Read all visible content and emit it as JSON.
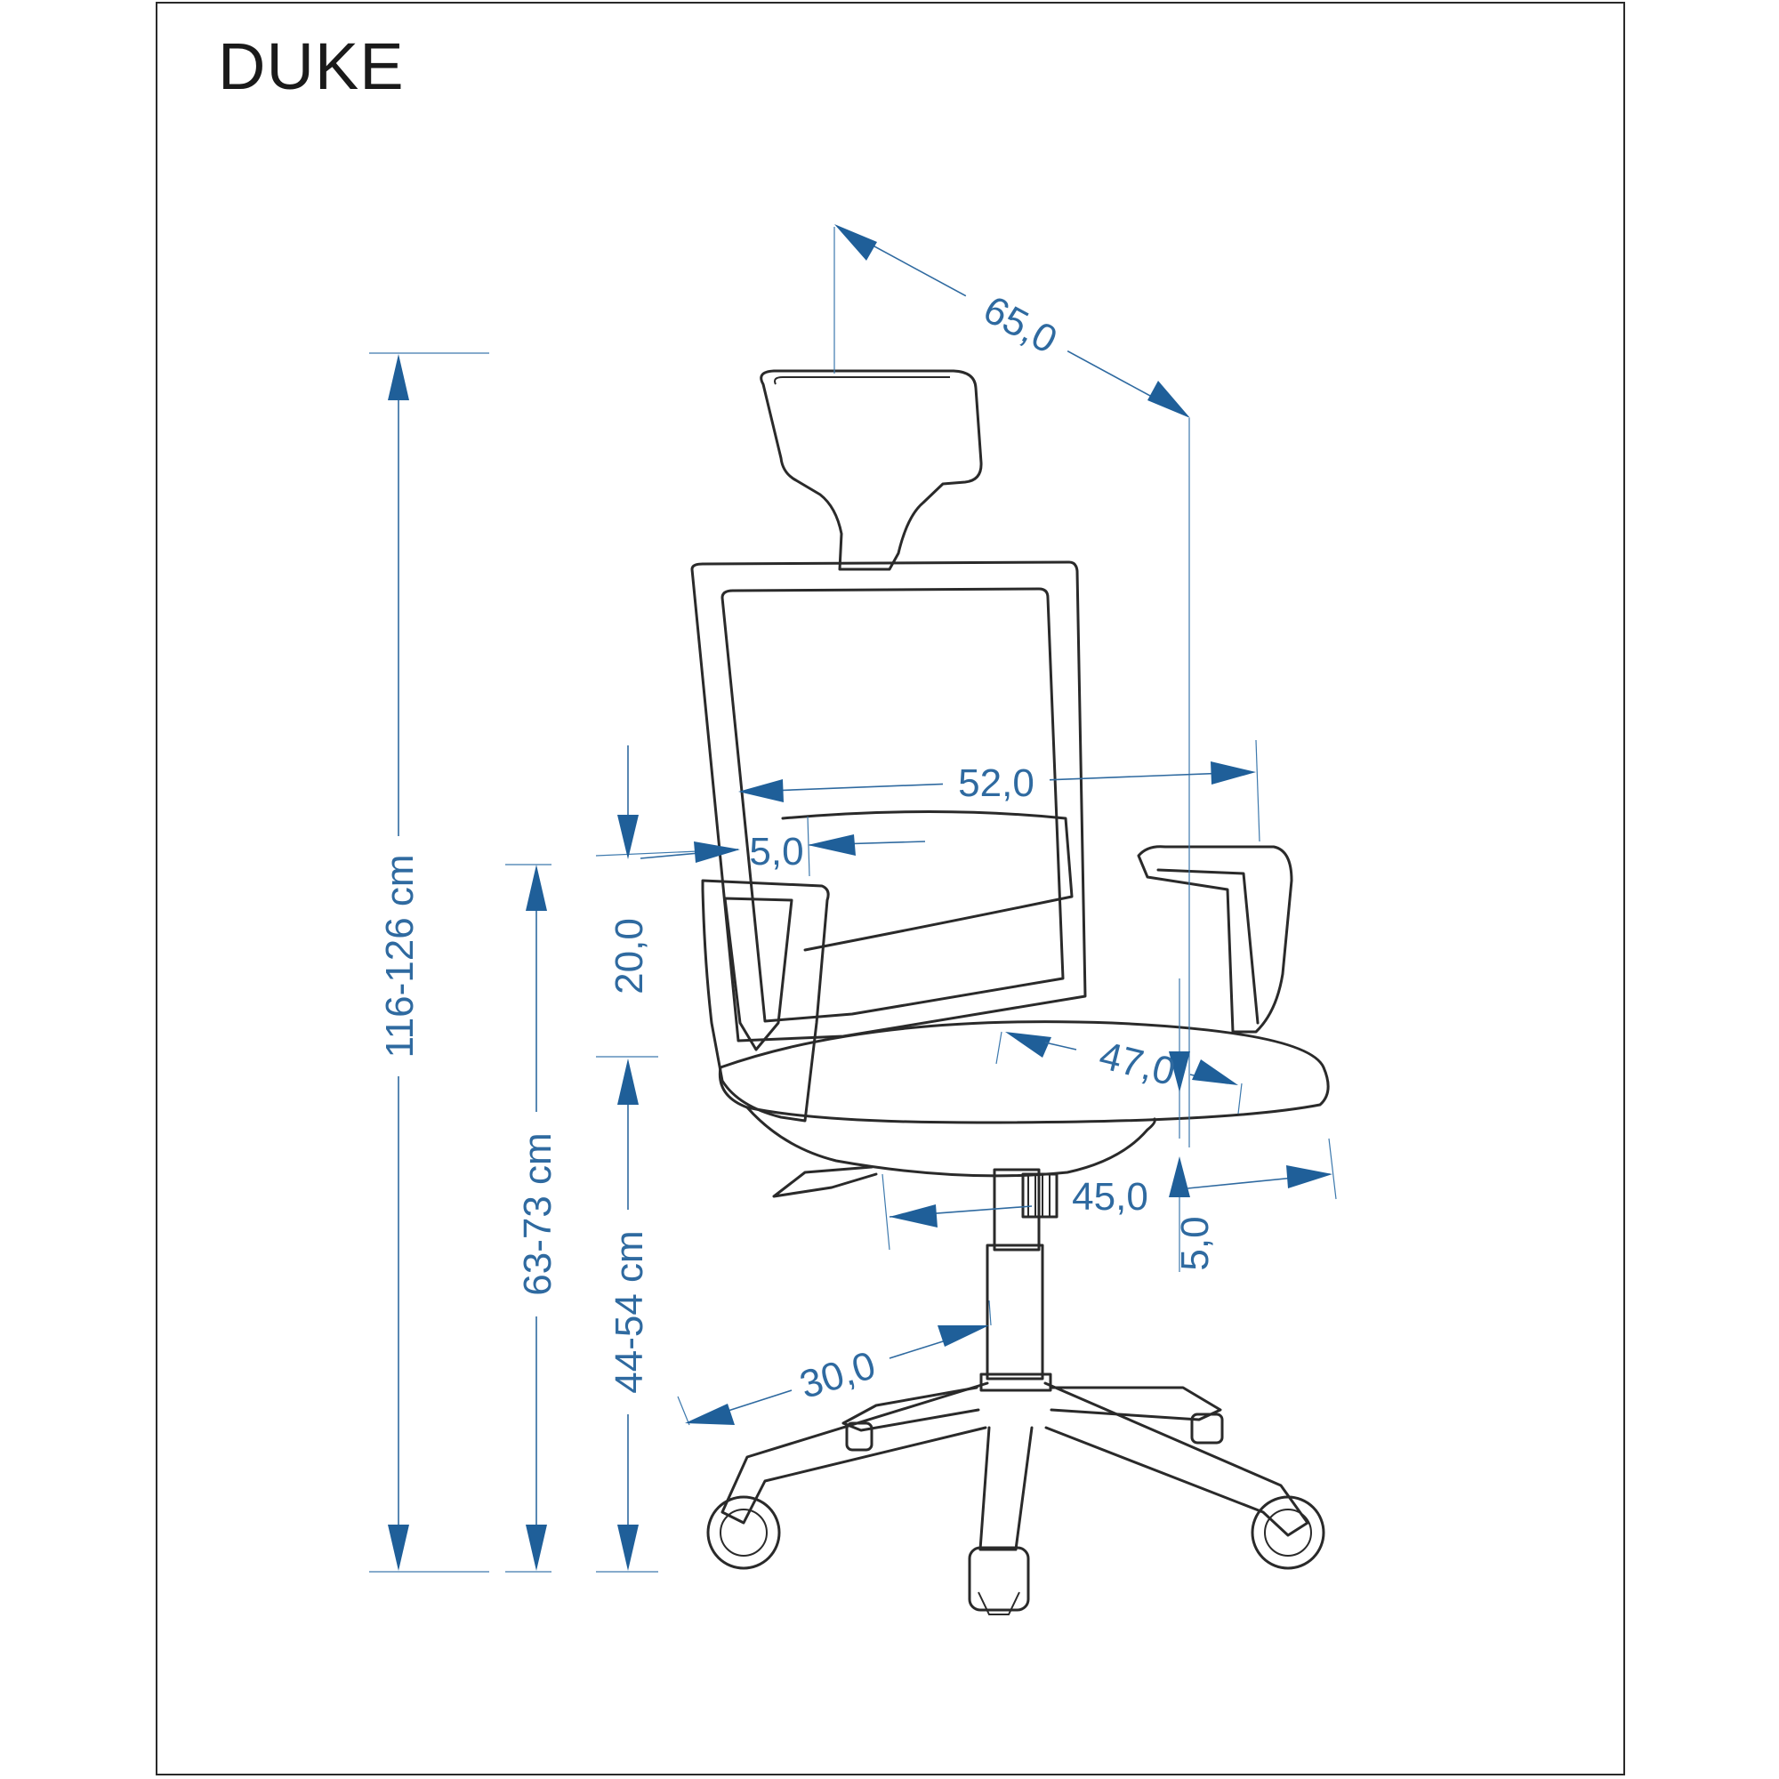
{
  "title": "DUKE",
  "dimensions": {
    "overall_height": "116-126 cm",
    "armrest_height": "63-73 cm",
    "seat_height": "44-54 cm",
    "overall_depth": "65,0",
    "overall_width": "52,0",
    "armrest_offset": "5,0",
    "armrest_above_seat": "20,0",
    "seat_depth": "47,0",
    "seat_width": "45,0",
    "seat_thickness": "5,0",
    "base_radius": "30,0"
  },
  "colors": {
    "dimension": "#2f6aa0",
    "outline": "#2a2a2a"
  }
}
